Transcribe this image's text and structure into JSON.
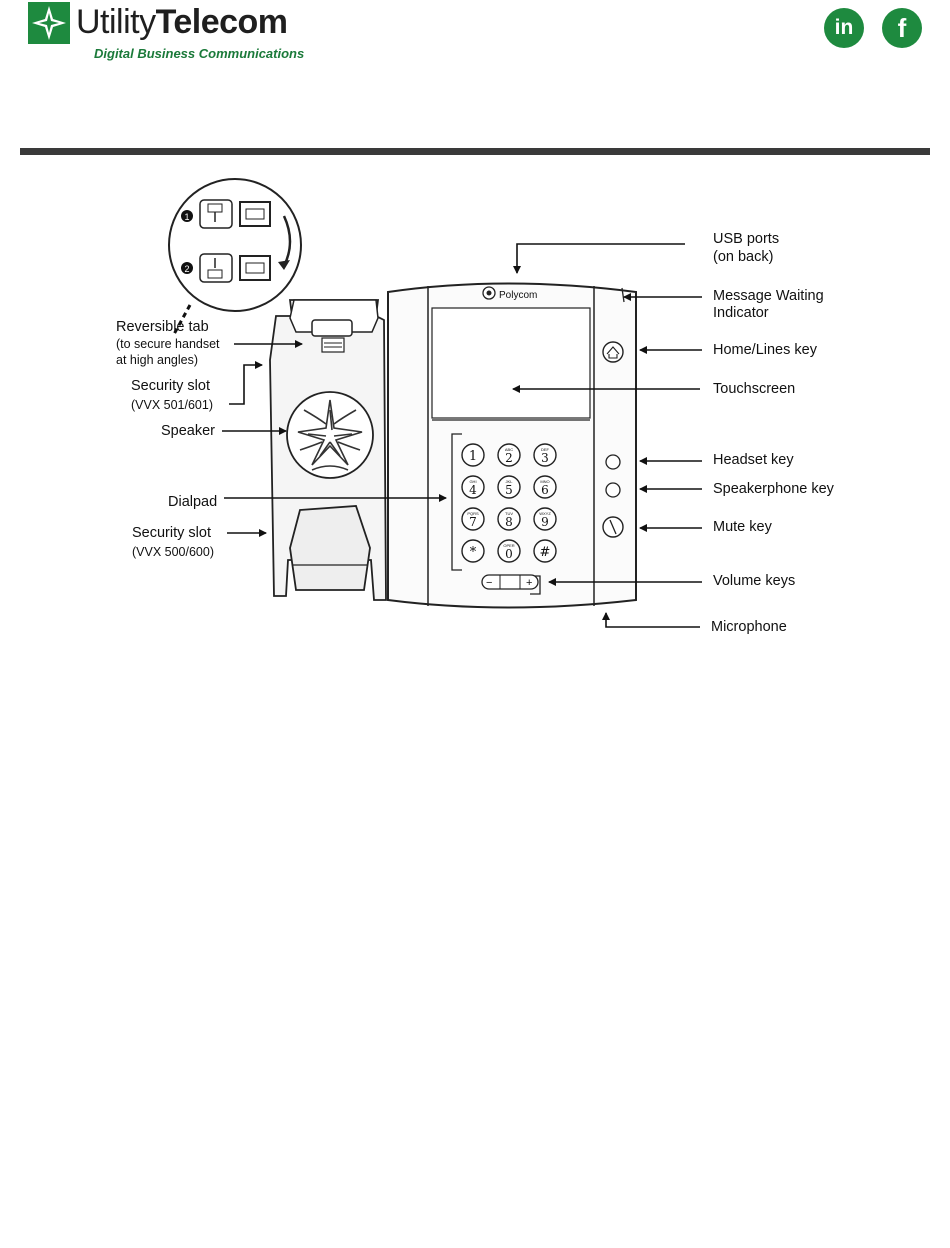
{
  "brand": {
    "name_part1": "Utility",
    "name_part2": "Telecom",
    "tagline": "Digital Business Communications",
    "color": "#1e8a3f",
    "social": [
      {
        "name": "linkedin",
        "glyph": "in"
      },
      {
        "name": "facebook",
        "glyph": "f"
      }
    ]
  },
  "phone": {
    "brand_label": "Polycom",
    "dialpad_keys": [
      {
        "digit": "1",
        "letters": ""
      },
      {
        "digit": "2",
        "letters": "ABC"
      },
      {
        "digit": "3",
        "letters": "DEF"
      },
      {
        "digit": "4",
        "letters": "GHI"
      },
      {
        "digit": "5",
        "letters": "JKL"
      },
      {
        "digit": "6",
        "letters": "MNO"
      },
      {
        "digit": "7",
        "letters": "PQRS"
      },
      {
        "digit": "8",
        "letters": "TUV"
      },
      {
        "digit": "9",
        "letters": "WXYZ"
      },
      {
        "digit": "*",
        "letters": ""
      },
      {
        "digit": "0",
        "letters": "OPER"
      },
      {
        "digit": "#",
        "letters": ""
      }
    ],
    "tab_steps": [
      "1",
      "2"
    ]
  },
  "labels": {
    "usb_ports": "USB ports",
    "usb_ports_note": "(on back)",
    "mwi": "Message Waiting",
    "mwi_2": "Indicator",
    "home_lines": "Home/Lines key",
    "touchscreen": "Touchscreen",
    "headset": "Headset key",
    "speakerphone": "Speakerphone key",
    "mute": "Mute key",
    "volume": "Volume keys",
    "microphone": "Microphone",
    "reversible_tab": "Reversible tab",
    "reversible_tab_note1": "(to secure handset",
    "reversible_tab_note2": "at high angles)",
    "security_slot_1": "Security slot",
    "security_slot_1_note": "(VVX 501/601)",
    "speaker": "Speaker",
    "dialpad": "Dialpad",
    "security_slot_2": "Security slot",
    "security_slot_2_note": "(VVX 500/600)"
  }
}
